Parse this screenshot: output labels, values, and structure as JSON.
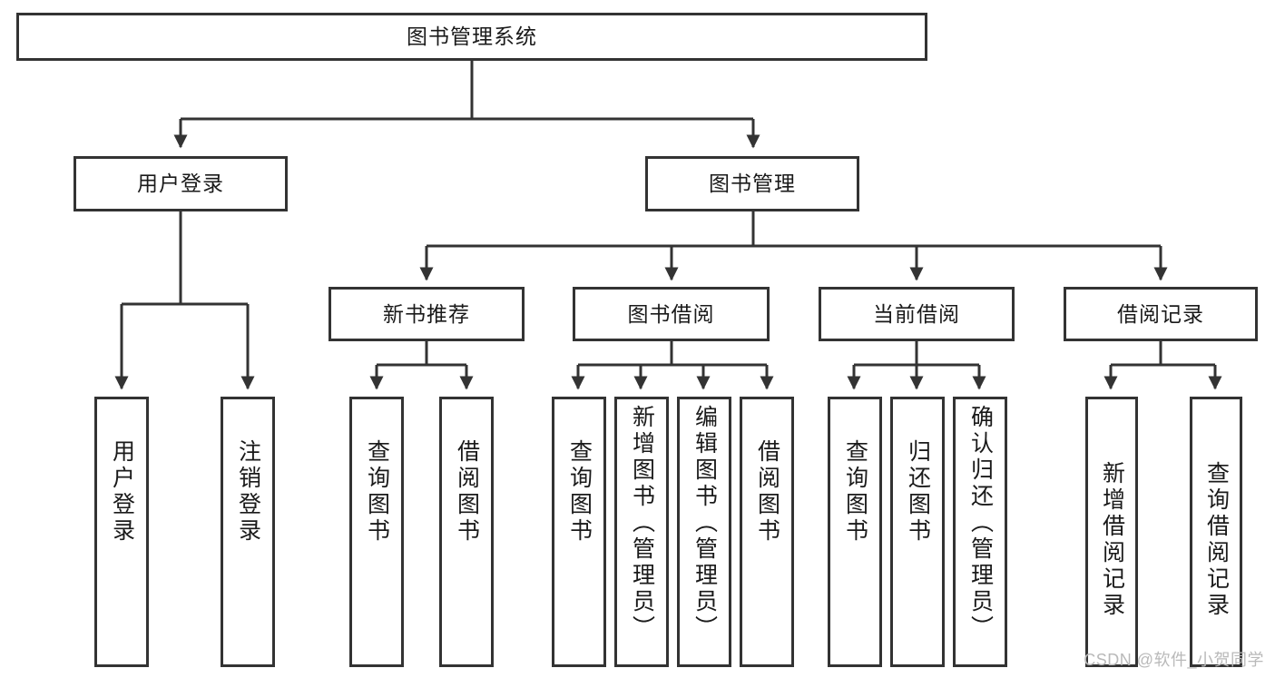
{
  "diagram": {
    "type": "tree",
    "title": "图书管理系统",
    "background_color": "#ffffff",
    "box_border_color": "#333333",
    "text_color": "#1a1a1a",
    "watermark": "CSDN @软件_小贺同学",
    "nodes": {
      "root": {
        "label": "图书管理系统"
      },
      "level2": [
        {
          "id": "user-login",
          "label": "用户登录"
        },
        {
          "id": "book-manage",
          "label": "图书管理"
        }
      ],
      "level3": [
        {
          "id": "new-book-recommend",
          "label": "新书推荐"
        },
        {
          "id": "book-borrow",
          "label": "图书借阅"
        },
        {
          "id": "current-borrow",
          "label": "当前借阅"
        },
        {
          "id": "borrow-record",
          "label": "借阅记录"
        }
      ],
      "leaves": {
        "user_login": [
          {
            "id": "leaf-user-login",
            "label": "用户登录"
          },
          {
            "id": "leaf-logout-login",
            "label": "注销登录"
          }
        ],
        "new_book_recommend": [
          {
            "id": "leaf-query-book-1",
            "label": "查询图书"
          },
          {
            "id": "leaf-borrow-book-1",
            "label": "借阅图书"
          }
        ],
        "book_borrow": [
          {
            "id": "leaf-query-book-2",
            "label": "查询图书"
          },
          {
            "id": "leaf-add-book",
            "label": "新增图书（管理员）"
          },
          {
            "id": "leaf-edit-book",
            "label": "编辑图书（管理员）"
          },
          {
            "id": "leaf-borrow-book-2",
            "label": "借阅图书"
          }
        ],
        "current_borrow": [
          {
            "id": "leaf-query-book-3",
            "label": "查询图书"
          },
          {
            "id": "leaf-return-book",
            "label": "归还图书"
          },
          {
            "id": "leaf-confirm-return",
            "label": "确认归还（管理员）"
          }
        ],
        "borrow_record": [
          {
            "id": "leaf-add-borrow-record",
            "label": "新增借阅记录"
          },
          {
            "id": "leaf-query-borrow-record",
            "label": "查询借阅记录"
          }
        ]
      }
    }
  }
}
